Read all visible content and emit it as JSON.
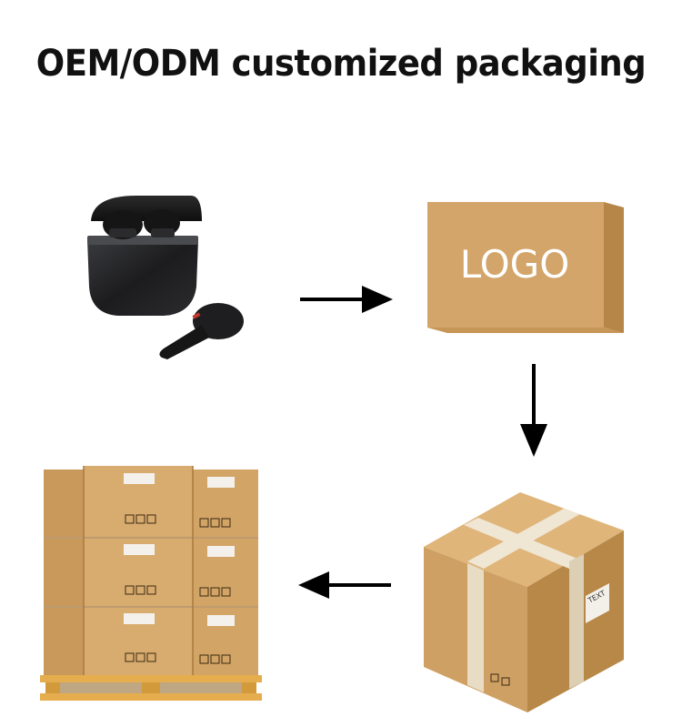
{
  "title": "OEM/ODM customized packaging",
  "flow": {
    "product": {
      "icon": "earbuds-case-icon"
    },
    "branded_box": {
      "icon": "logo-box-icon",
      "logo_text": "LOGO"
    },
    "shipping_carton": {
      "icon": "taped-carton-icon",
      "label_text": "TEXT"
    },
    "pallet": {
      "icon": "pallet-of-cartons-icon"
    },
    "arrows": [
      "right",
      "down",
      "left"
    ]
  },
  "colors": {
    "cardboard": "#d4a86d",
    "cardboard_dark": "#b98a4c",
    "tape": "#ece3d2",
    "earbud_black": "#1d1d1f",
    "pallet_wood": "#e2a94a",
    "arrow": "#000000"
  }
}
